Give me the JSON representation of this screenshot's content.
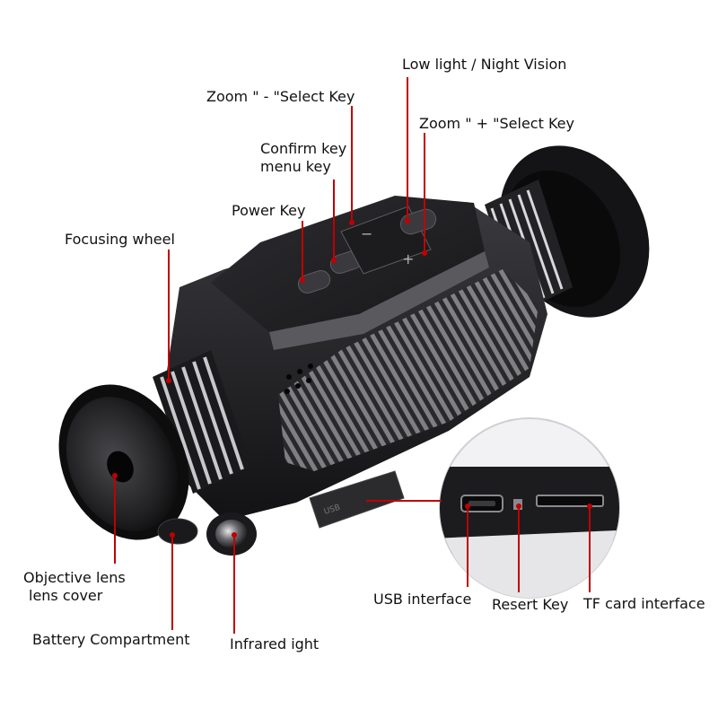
{
  "colors": {
    "leader": "#c00000",
    "body": "#1b1b1d",
    "body_hi": "#4a4a4e",
    "rubber": "#111113"
  },
  "labels": {
    "low_light": "Low light / Night Vision",
    "zoom_minus": "Zoom \" - \"Select Key",
    "zoom_plus": "Zoom \" + \"Select Key",
    "confirm_line1": "Confirm key",
    "confirm_line2": "menu key",
    "power": "Power Key",
    "focusing": "Focusing wheel",
    "objective_line1": "Objective lens",
    "objective_line2": "lens cover",
    "battery": "Battery Compartment",
    "infrared": "Infrared ight",
    "usb": "USB interface",
    "reset": "Resert Key",
    "tf": "TF card interface"
  },
  "device": {
    "port_mark": "USB"
  }
}
